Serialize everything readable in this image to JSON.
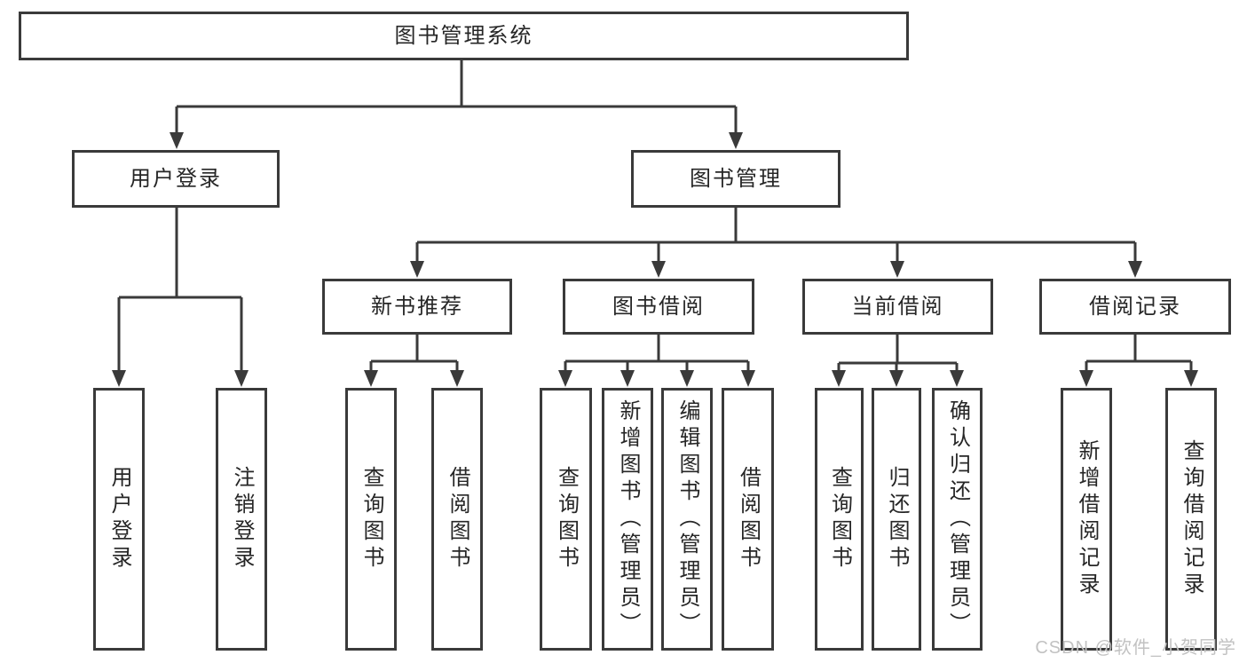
{
  "diagram": {
    "root": {
      "label": "图书管理系统"
    },
    "branches": [
      {
        "label": "用户登录",
        "children": [
          {
            "label": "用户登录"
          },
          {
            "label": "注销登录"
          }
        ]
      },
      {
        "label": "图书管理",
        "children": [
          {
            "label": "新书推荐",
            "children": [
              {
                "label": "查询图书"
              },
              {
                "label": "借阅图书"
              }
            ]
          },
          {
            "label": "图书借阅",
            "children": [
              {
                "label": "查询图书"
              },
              {
                "label": "新增图书（管理员）"
              },
              {
                "label": "编辑图书（管理员）"
              },
              {
                "label": "借阅图书"
              }
            ]
          },
          {
            "label": "当前借阅",
            "children": [
              {
                "label": "查询图书"
              },
              {
                "label": "归还图书"
              },
              {
                "label": "确认归还（管理员）"
              }
            ]
          },
          {
            "label": "借阅记录",
            "children": [
              {
                "label": "新增借阅记录"
              },
              {
                "label": "查询借阅记录"
              }
            ]
          }
        ]
      }
    ]
  },
  "watermark": {
    "text": "CSDN @软件_小贺同学"
  },
  "colors": {
    "line": "#3a3a3a",
    "text": "#262626",
    "watermark": "#c2c2c2",
    "background": "#ffffff"
  }
}
